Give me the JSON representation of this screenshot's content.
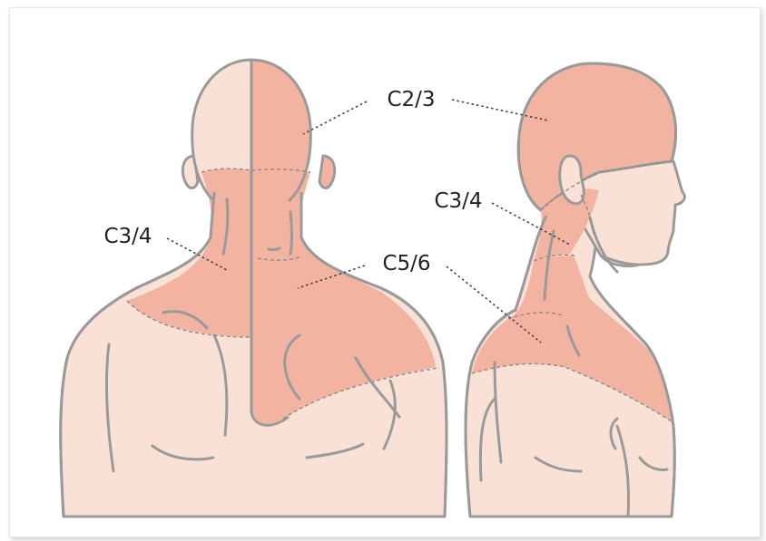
{
  "labels": {
    "c23": "C2/3",
    "c34_left": "C3/4",
    "c56": "C5/6",
    "c34_right": "C3/4"
  },
  "colors": {
    "skin_light": "#fae1d6",
    "skin_dermatome": "#f2b3a0",
    "outline": "#9a9a9a",
    "leader_line": "#444444"
  }
}
